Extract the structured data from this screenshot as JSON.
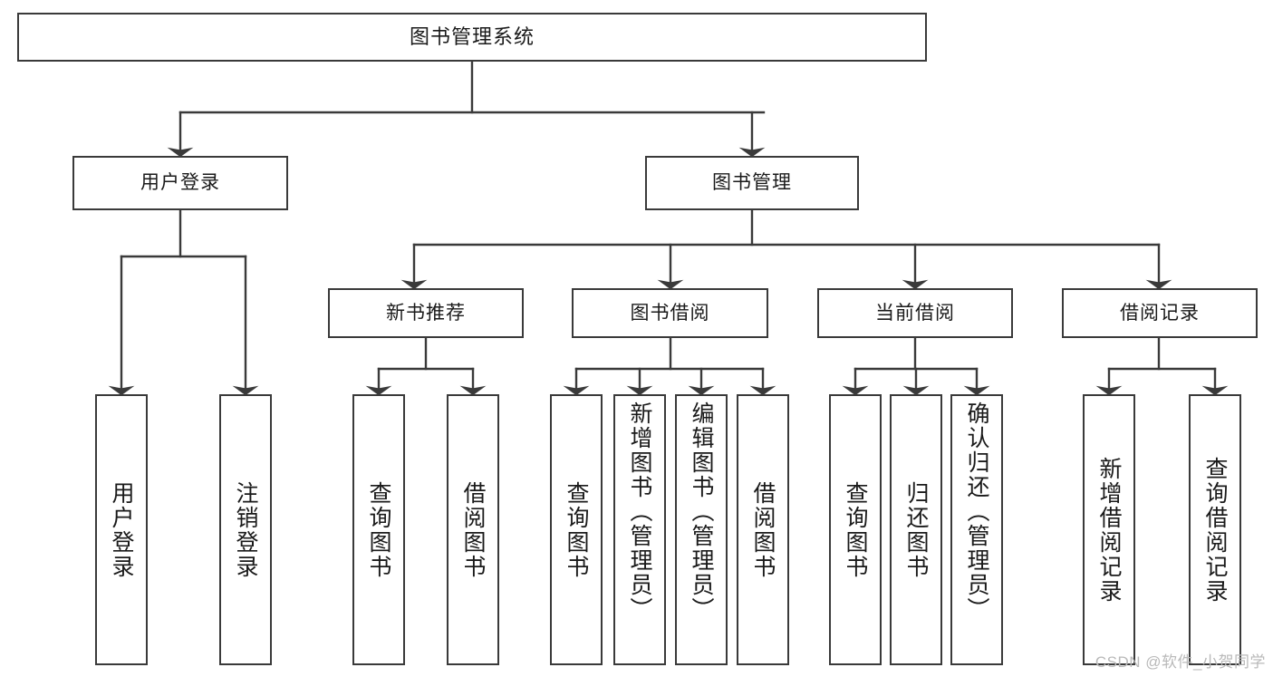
{
  "diagram": {
    "title": "图书管理系统",
    "type": "tree",
    "watermark": "CSDN @软件_小贺同学",
    "line_color": "#3a3a3a",
    "box_fill": "#ffffff",
    "text_color": "#1a1a1a"
  },
  "nodes": {
    "root": {
      "label": "图书管理系统"
    },
    "level2": [
      {
        "label": "用户登录"
      },
      {
        "label": "图书管理"
      }
    ],
    "level3": [
      {
        "label": "新书推荐"
      },
      {
        "label": "图书借阅"
      },
      {
        "label": "当前借阅"
      },
      {
        "label": "借阅记录"
      }
    ],
    "leaves": {
      "user_login": [
        {
          "label": "用户登录"
        },
        {
          "label": "注销登录"
        }
      ],
      "new_book_recommend": [
        {
          "label": "查询图书"
        },
        {
          "label": "借阅图书"
        }
      ],
      "book_borrow": [
        {
          "label": "查询图书"
        },
        {
          "label": "新增图书（管理员）"
        },
        {
          "label": "编辑图书（管理员）"
        },
        {
          "label": "借阅图书"
        }
      ],
      "current_borrow": [
        {
          "label": "查询图书"
        },
        {
          "label": "归还图书"
        },
        {
          "label": "确认归还（管理员）"
        }
      ],
      "borrow_record": [
        {
          "label": "新增借阅记录"
        },
        {
          "label": "查询借阅记录"
        }
      ]
    }
  },
  "chart_data": {
    "type": "table",
    "title": "图书管理系统 功能结构图",
    "hierarchy": [
      {
        "name": "图书管理系统",
        "children": [
          {
            "name": "用户登录",
            "children": [
              {
                "name": "用户登录"
              },
              {
                "name": "注销登录"
              }
            ]
          },
          {
            "name": "图书管理",
            "children": [
              {
                "name": "新书推荐",
                "children": [
                  {
                    "name": "查询图书"
                  },
                  {
                    "name": "借阅图书"
                  }
                ]
              },
              {
                "name": "图书借阅",
                "children": [
                  {
                    "name": "查询图书"
                  },
                  {
                    "name": "新增图书（管理员）"
                  },
                  {
                    "name": "编辑图书（管理员）"
                  },
                  {
                    "name": "借阅图书"
                  }
                ]
              },
              {
                "name": "当前借阅",
                "children": [
                  {
                    "name": "查询图书"
                  },
                  {
                    "name": "归还图书"
                  },
                  {
                    "name": "确认归还（管理员）"
                  }
                ]
              },
              {
                "name": "借阅记录",
                "children": [
                  {
                    "name": "新增借阅记录"
                  },
                  {
                    "name": "查询借阅记录"
                  }
                ]
              }
            ]
          }
        ]
      }
    ]
  }
}
